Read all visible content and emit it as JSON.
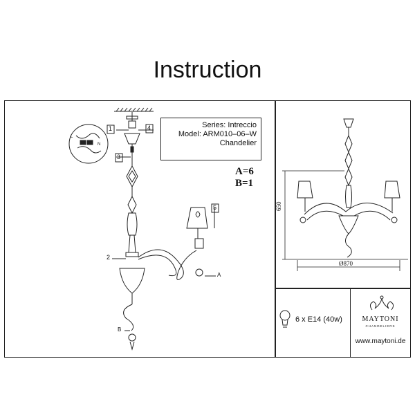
{
  "title": "Instruction",
  "info": {
    "series": "Series: Intreccio",
    "model": "Model: ARM010–06–W",
    "type": "Chandelier"
  },
  "counts": {
    "a": "A=6",
    "b": "B=1"
  },
  "callouts": {
    "c1": "1",
    "c2": "2",
    "c3": "3",
    "c4": "4",
    "c5": "5"
  },
  "part_labels": {
    "a": "A",
    "b": "B",
    "l": "L",
    "n": "N"
  },
  "dimensions": {
    "height": "650",
    "diameter": "Ø870"
  },
  "bulb": {
    "spec": "6 x E14 (40w)",
    "icon": "lightbulb-icon"
  },
  "brand": {
    "name": "MAYTONI",
    "subtitle": "CHANDELIERS",
    "url": "www.maytoni.de",
    "logo": "maytoni-logo"
  }
}
